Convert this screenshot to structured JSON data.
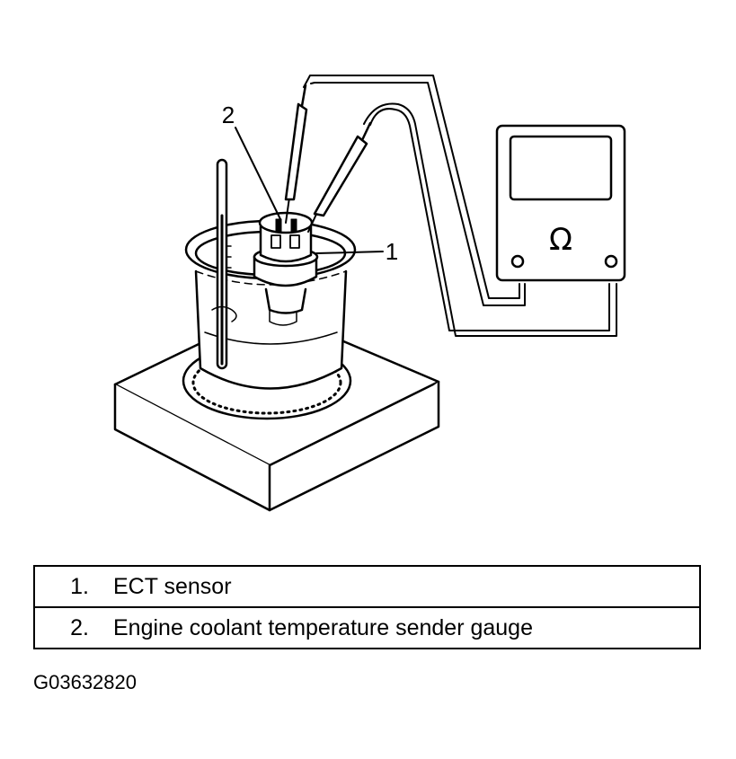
{
  "callouts": {
    "sensor_number": "1",
    "gauge_number": "2"
  },
  "meter": {
    "symbol": "Ω",
    "icon": "ohmmeter-icon"
  },
  "legend": {
    "rows": [
      {
        "number": "1.",
        "text": "ECT sensor"
      },
      {
        "number": "2.",
        "text": "Engine coolant temperature sender gauge"
      }
    ]
  },
  "figure_id": "G03632820"
}
